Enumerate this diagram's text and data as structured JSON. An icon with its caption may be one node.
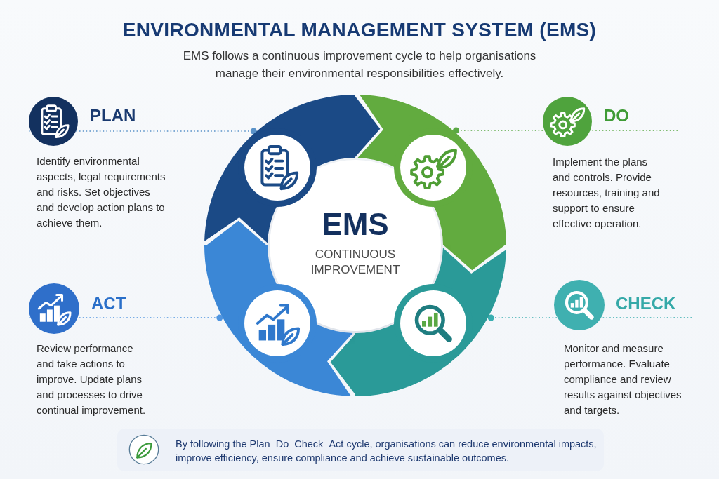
{
  "diagram": {
    "title": "ENVIRONMENTAL MANAGEMENT SYSTEM (EMS)",
    "nodes": [
      {
        "text": [
          "PLAN",
          "Identify environmental aspects, legal requirements and risks. Set objectives and develop action plans to achieve them."
        ]
      },
      {
        "text": [
          "DO",
          "Implement the plans and controls. Provide resources, training and support to ensure effective operation."
        ]
      },
      {
        "text": [],
        "shape": "arc"
      },
      {
        "text": [],
        "shape": "arc"
      },
      {
        "text": [
          "EMS",
          "CONTINUOUS IMPROVEMENT"
        ]
      },
      {
        "text": [],
        "shape": "arc"
      },
      {
        "text": [],
        "shape": "arc"
      },
      {
        "text": [
          "ACT",
          "Review performance and take actions to improve. Update plans and processes to drive continual improvement."
        ]
      },
      {
        "text": [
          "CHECK",
          "Monitor and measure performance. Evaluate compliance and review results against objectives and targets."
        ]
      },
      {
        "text": [
          "By following the Plan–Do–Check–Act cycle, organisations can reduce environmental impacts, improve efficiency, ensure compliance and achieve sustainable outcomes."
        ]
      }
    ],
    "edges": [
      {
        "from": 0,
        "to": 2,
        "arrow": "other",
        "style": "dashed",
        "color": "#5b93c9"
      },
      {
        "from": 1,
        "to": 3,
        "arrow": "other",
        "style": "dashed",
        "color": "#5aa844"
      },
      {
        "from": 2,
        "to": 3,
        "arrow": "to",
        "color": "#1b4a86"
      },
      {
        "from": 3,
        "to": 6,
        "arrow": "to",
        "color": "#62ab3f"
      },
      {
        "from": 6,
        "to": 5,
        "arrow": "to",
        "color": "#2a9a98"
      },
      {
        "from": 5,
        "to": 2,
        "arrow": "to",
        "color": "#3b87d6"
      },
      {
        "from": 7,
        "to": 5,
        "arrow": "other",
        "style": "dashed",
        "color": "#4f95e0"
      },
      {
        "from": 8,
        "to": 6,
        "arrow": "other",
        "style": "dashed",
        "color": "#39aeb0"
      }
    ],
    "labels": [
      "EMS follows a continuous improvement cycle to help organisations manage their environmental responsibilities effectively."
    ]
  }
}
